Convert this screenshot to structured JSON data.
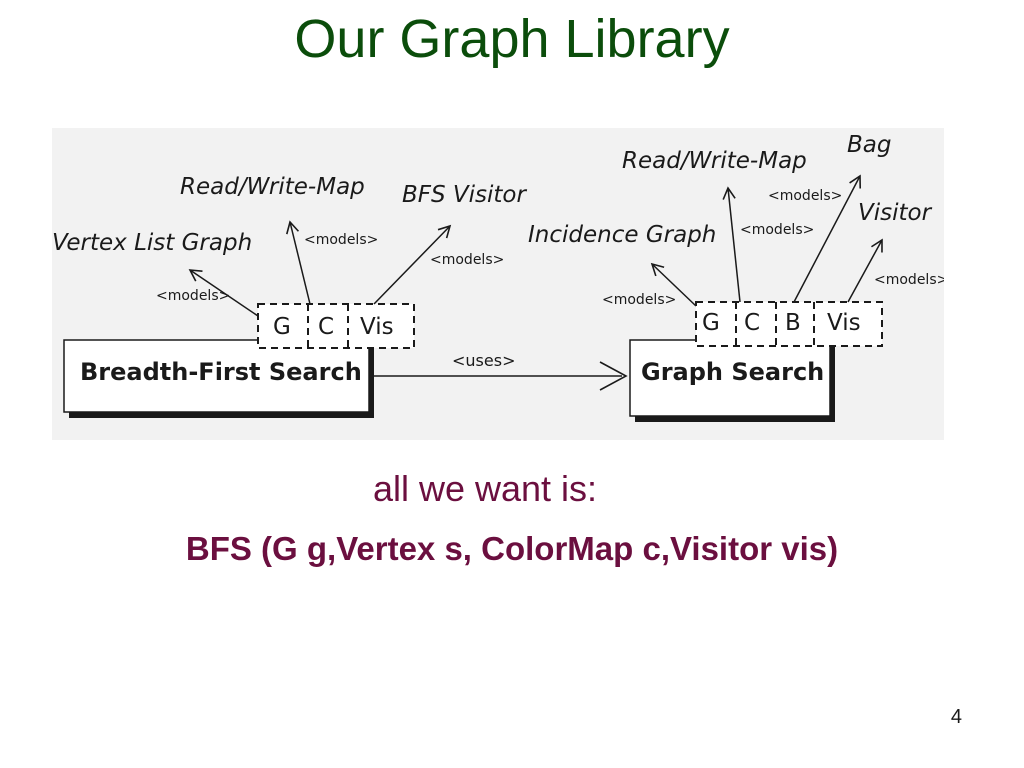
{
  "slide": {
    "title": "Our Graph Library",
    "subtitle": "all we want is:",
    "signature": "BFS (G g,Vertex s, ColorMap c,Visitor vis)",
    "page_number": "4"
  },
  "colors": {
    "title": "#0b4d0b",
    "accent": "#6b0f3f",
    "diagram_bg": "#f2f2f2",
    "ink": "#1a1a1a"
  },
  "diagram": {
    "left_component": {
      "name": "Breadth-First Search",
      "params": [
        "G",
        "C",
        "Vis"
      ],
      "concepts": {
        "vertex_list_graph": "Vertex List Graph",
        "read_write_map": "Read/Write-Map",
        "bfs_visitor": "BFS Visitor"
      },
      "models_label": "<models>"
    },
    "right_component": {
      "name": "Graph Search",
      "params": [
        "G",
        "C",
        "B",
        "Vis"
      ],
      "concepts": {
        "incidence_graph": "Incidence Graph",
        "read_write_map": "Read/Write-Map",
        "bag": "Bag",
        "visitor": "Visitor"
      },
      "models_label": "<models>"
    },
    "uses_label": "<uses>"
  }
}
